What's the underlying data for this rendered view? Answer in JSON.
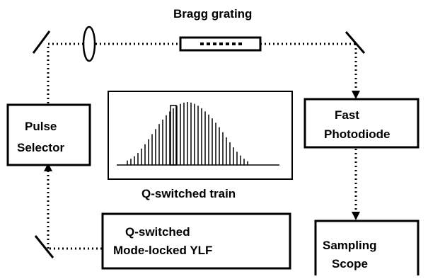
{
  "labels": {
    "grating": "Bragg grating",
    "selector_line1": "Pulse",
    "selector_line2": "Selector",
    "photodiode_line1": "Fast",
    "photodiode_line2": "Photodiode",
    "laser_line1": "Q-switched",
    "laser_line2": "Mode-locked YLF",
    "scope_line1": "Sampling",
    "scope_line2": "Scope",
    "train_caption": "Q-switched train"
  },
  "pulse_train": {
    "envelope": [
      0.07,
      0.1,
      0.14,
      0.19,
      0.26,
      0.33,
      0.41,
      0.49,
      0.57,
      0.65,
      0.72,
      0.79,
      0.85,
      0.9,
      0.94,
      0.97,
      0.99,
      1.0,
      0.99,
      0.97,
      0.94,
      0.9,
      0.85,
      0.8,
      0.74,
      0.67,
      0.6,
      0.52,
      0.44,
      0.36,
      0.28,
      0.21,
      0.15,
      0.1,
      0.06
    ],
    "selected_index": 13
  }
}
